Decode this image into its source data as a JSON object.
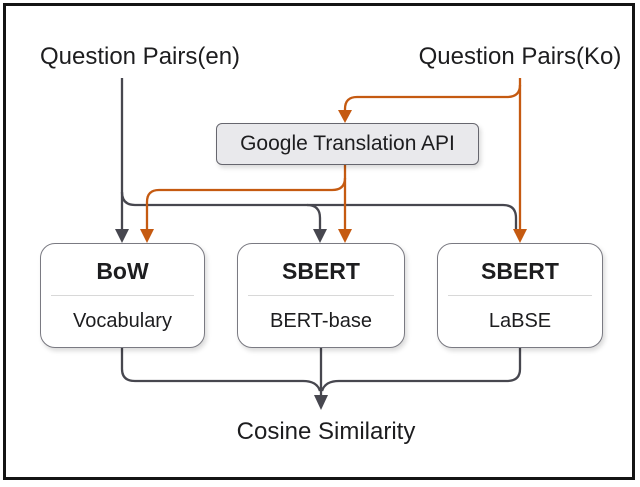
{
  "nodes": {
    "question_pairs_en": {
      "label": "Question Pairs(en)"
    },
    "question_pairs_ko": {
      "label": "Question Pairs(Ko)"
    },
    "google_translation_api": {
      "label": "Google Translation API"
    },
    "bow": {
      "title": "BoW",
      "subtitle": "Vocabulary"
    },
    "sbert_bert_base": {
      "title": "SBERT",
      "subtitle": "BERT-base"
    },
    "sbert_labse": {
      "title": "SBERT",
      "subtitle": "LaBSE"
    },
    "cosine_similarity": {
      "label": "Cosine Similarity"
    }
  },
  "edges": [
    {
      "from": "question_pairs_en",
      "to": [
        "bow",
        "sbert_bert_base",
        "sbert_labse"
      ],
      "color": "#47474f"
    },
    {
      "from": "question_pairs_ko",
      "to": [
        "google_translation_api",
        "sbert_labse"
      ],
      "color": "#c55a11"
    },
    {
      "from": "google_translation_api",
      "to": [
        "bow",
        "sbert_bert_base"
      ],
      "color": "#c55a11"
    },
    {
      "from": [
        "bow",
        "sbert_bert_base",
        "sbert_labse"
      ],
      "to": "cosine_similarity",
      "color": "#47474f"
    }
  ],
  "colors": {
    "english_flow": "#47474f",
    "korean_flow": "#c55a11",
    "frame": "#141414",
    "api_box_fill": "#e9e9ec",
    "api_box_border": "#66666e",
    "model_box_border": "#7a7a82",
    "text": "#1d1d1f"
  }
}
